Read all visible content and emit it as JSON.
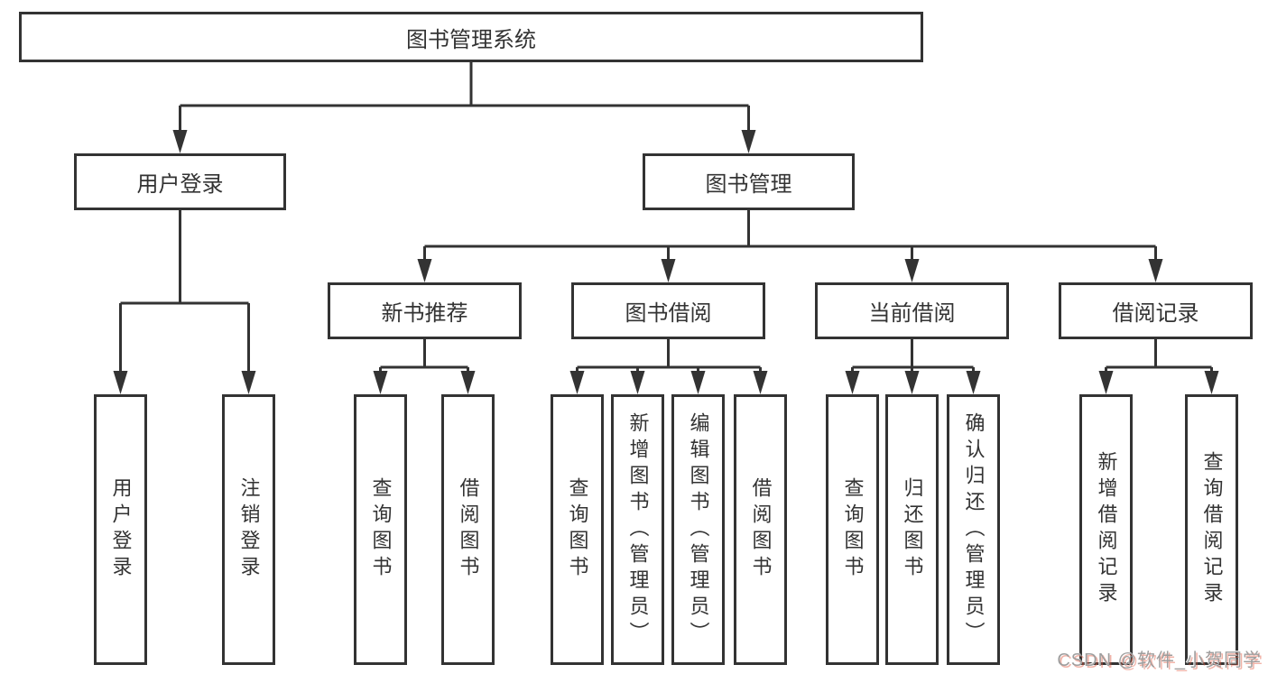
{
  "diagram": {
    "root": {
      "label": "图书管理系统"
    },
    "branches": [
      {
        "label": "用户登录",
        "children": [
          "用户登录",
          "注销登录"
        ]
      },
      {
        "label": "图书管理",
        "sections": [
          {
            "label": "新书推荐",
            "children": [
              "查询图书",
              "借阅图书"
            ]
          },
          {
            "label": "图书借阅",
            "children": [
              "查询图书",
              "新增图书（管理员）",
              "编辑图书（管理员）",
              "借阅图书"
            ]
          },
          {
            "label": "当前借阅",
            "children": [
              "查询图书",
              "归还图书",
              "确认归还（管理员）"
            ]
          },
          {
            "label": "借阅记录",
            "children": [
              "新增借阅记录",
              "查询借阅记录"
            ]
          }
        ]
      }
    ]
  },
  "watermark": {
    "text": "CSDN @软件_小贺同学"
  },
  "colors": {
    "line": "#333333",
    "box_border": "#333333",
    "text": "#333333",
    "background": "#ffffff",
    "watermark_gray": "#9e9e9e",
    "watermark_red": "#e05840"
  }
}
